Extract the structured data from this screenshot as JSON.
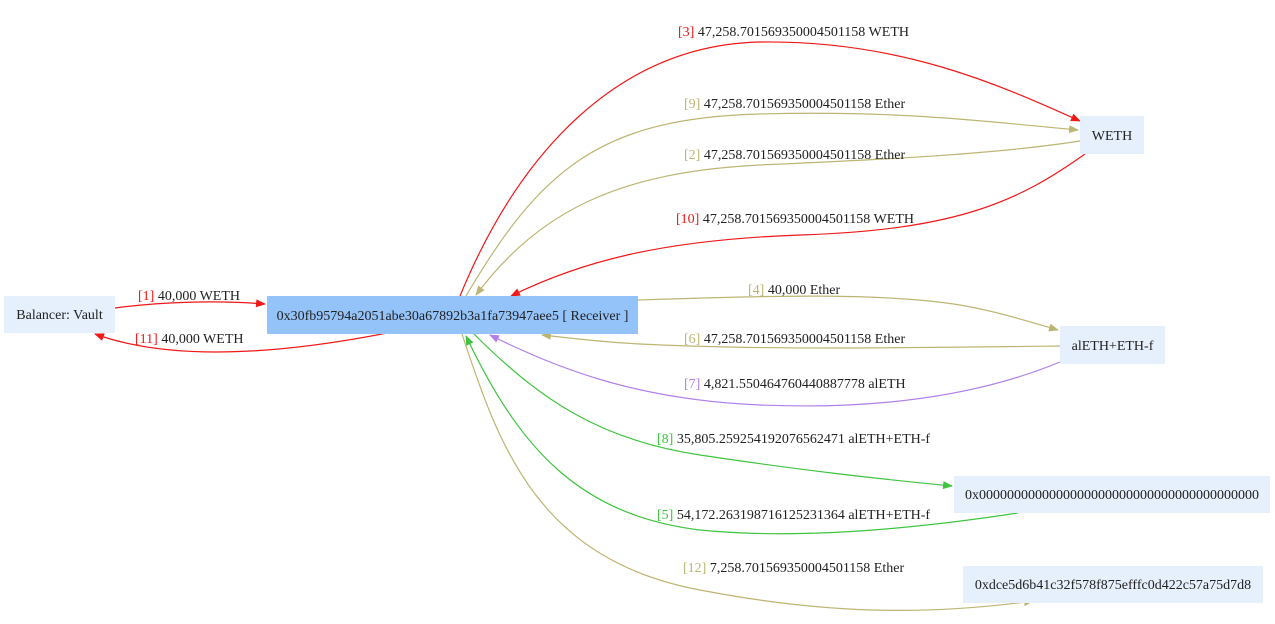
{
  "colors": {
    "red": "#f01818",
    "khaki": "#bdb573",
    "purple": "#b07fe8",
    "green": "#3ec43e",
    "node_fill": "#e6effc",
    "receiver_fill": "#94c3fa"
  },
  "nodes": {
    "vault": {
      "label": "Balancer: Vault"
    },
    "receiver": {
      "label": "0x30fb95794a2051abe30a67892b3a1fa73947aee5 [ Receiver ]"
    },
    "weth": {
      "label": "WETH"
    },
    "aleth": {
      "label": "alETH+ETH-f"
    },
    "zero": {
      "label": "0x0000000000000000000000000000000000000000"
    },
    "dce": {
      "label": "0xdce5d6b41c32f578f875efffc0d422c57a75d7d8"
    }
  },
  "edges": [
    {
      "id": "e1",
      "index": "[1]",
      "amount": "40,000 WETH",
      "color": "red",
      "from": "vault",
      "to": "receiver"
    },
    {
      "id": "e2",
      "index": "[2]",
      "amount": "47,258.701569350004501158 Ether",
      "color": "khaki",
      "from": "weth",
      "to": "receiver"
    },
    {
      "id": "e3",
      "index": "[3]",
      "amount": "47,258.701569350004501158 WETH",
      "color": "red",
      "from": "receiver",
      "to": "weth"
    },
    {
      "id": "e4",
      "index": "[4]",
      "amount": "40,000 Ether",
      "color": "khaki",
      "from": "receiver",
      "to": "aleth"
    },
    {
      "id": "e5",
      "index": "[5]",
      "amount": "54,172.263198716125231364 alETH+ETH-f",
      "color": "green",
      "from": "zero",
      "to": "receiver"
    },
    {
      "id": "e6",
      "index": "[6]",
      "amount": "47,258.701569350004501158 Ether",
      "color": "khaki",
      "from": "aleth",
      "to": "receiver"
    },
    {
      "id": "e7",
      "index": "[7]",
      "amount": "4,821.550464760440887778 alETH",
      "color": "purple",
      "from": "aleth",
      "to": "receiver"
    },
    {
      "id": "e8",
      "index": "[8]",
      "amount": "35,805.259254192076562471 alETH+ETH-f",
      "color": "green",
      "from": "receiver",
      "to": "zero"
    },
    {
      "id": "e9",
      "index": "[9]",
      "amount": "47,258.701569350004501158 Ether",
      "color": "khaki",
      "from": "receiver",
      "to": "weth"
    },
    {
      "id": "e10",
      "index": "[10]",
      "amount": "47,258.701569350004501158 WETH",
      "color": "red",
      "from": "weth",
      "to": "receiver"
    },
    {
      "id": "e11",
      "index": "[11]",
      "amount": "40,000 WETH",
      "color": "red",
      "from": "receiver",
      "to": "vault"
    },
    {
      "id": "e12",
      "index": "[12]",
      "amount": "7,258.701569350004501158 Ether",
      "color": "khaki",
      "from": "receiver",
      "to": "dce"
    }
  ]
}
